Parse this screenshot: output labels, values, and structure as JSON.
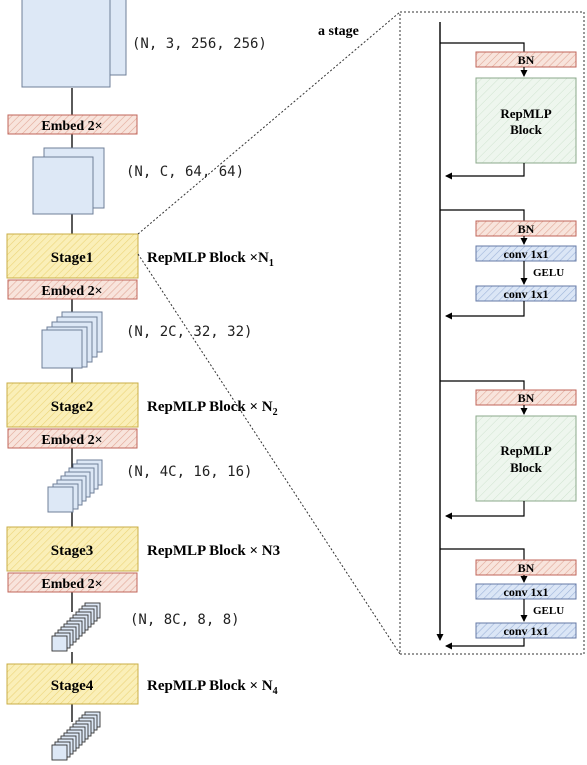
{
  "backbone": {
    "input_shape": "(N, 3, 256, 256)",
    "embeds": [
      "Embed 2×",
      "Embed 2×",
      "Embed 2×",
      "Embed 2×"
    ],
    "stages": [
      {
        "label": "Stage1",
        "desc": "RepMLP Block ×N",
        "sub": "1"
      },
      {
        "label": "Stage2",
        "desc": "RepMLP Block × N",
        "sub": "2"
      },
      {
        "label": "Stage3",
        "desc": "RepMLP Block × N3",
        "sub": ""
      },
      {
        "label": "Stage4",
        "desc": "RepMLP Block × N",
        "sub": "4"
      }
    ],
    "shapes": [
      "(N, C, 64, 64)",
      "(N, 2C, 32, 32)",
      "(N, 4C, 16, 16)",
      "(N, 8C, 8, 8)"
    ]
  },
  "stage_detail": {
    "title": "a stage",
    "bn": "BN",
    "repmlp_line1": "RepMLP",
    "repmlp_line2": "Block",
    "conv": "conv 1x1",
    "gelu": "GELU"
  },
  "colors": {
    "embed_fill": "#f8e4dc",
    "embed_stroke": "#c0655a",
    "stage_fill": "#faefb8",
    "stage_stroke": "#c9ae46",
    "cube_fill": "#dde8f6",
    "cube_stroke": "#6f7f98",
    "repmlp_fill": "#eaf4ea",
    "repmlp_stroke": "#8ba88b",
    "conv_fill": "#dbe6f6",
    "conv_stroke": "#6479a6"
  }
}
